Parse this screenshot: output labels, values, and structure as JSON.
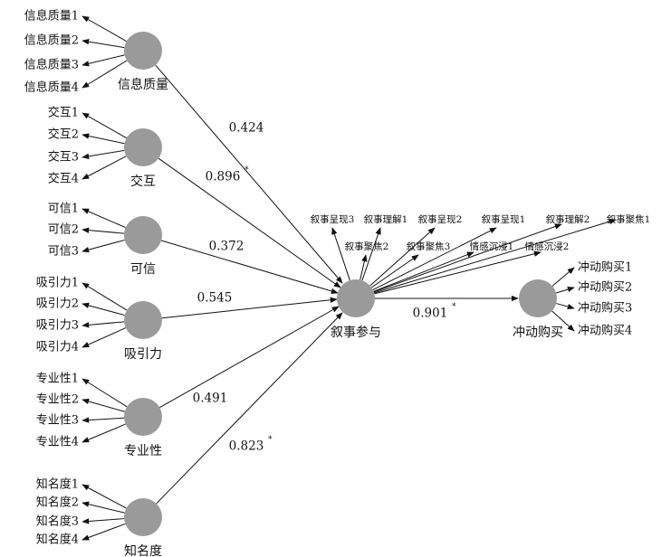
{
  "constructs": [
    {
      "label": "信息质量",
      "indicators": [
        "信息质量1",
        "信息质量2",
        "信息质量3",
        "信息质量4"
      ]
    },
    {
      "label": "交互",
      "indicators": [
        "交互1",
        "交互2",
        "交互3",
        "交互4"
      ]
    },
    {
      "label": "可信",
      "indicators": [
        "可信1",
        "可信2",
        "可信3"
      ]
    },
    {
      "label": "吸引力",
      "indicators": [
        "吸引力1",
        "吸引力2",
        "吸引力3",
        "吸引力4"
      ]
    },
    {
      "label": "专业性",
      "indicators": [
        "专业性1",
        "专业性2",
        "专业性3",
        "专业性4"
      ]
    },
    {
      "label": "知名度",
      "indicators": [
        "知名度1",
        "知名度2",
        "知名度3",
        "知名度4"
      ]
    }
  ],
  "mediator": {
    "label": "叙事参与",
    "indicators": [
      "叙事呈现3",
      "叙事理解1",
      "叙事呈现2",
      "叙事呈现1",
      "叙事理解2",
      "叙事聚焦1",
      "叙事聚焦2",
      "叙事聚焦3",
      "情感沉浸1",
      "情感沉浸2"
    ]
  },
  "outcome": {
    "label": "冲动购买",
    "indicators": [
      "冲动购买1",
      "冲动购买2",
      "冲动购买3",
      "冲动购买4"
    ]
  },
  "paths": [
    {
      "from": "信息质量",
      "to": "叙事参与",
      "coef": "0.424",
      "sig": ""
    },
    {
      "from": "交互",
      "to": "叙事参与",
      "coef": "0.896",
      "sig": "*"
    },
    {
      "from": "可信",
      "to": "叙事参与",
      "coef": "0.372",
      "sig": ""
    },
    {
      "from": "吸引力",
      "to": "叙事参与",
      "coef": "0.545",
      "sig": ""
    },
    {
      "from": "专业性",
      "to": "叙事参与",
      "coef": "0.491",
      "sig": ""
    },
    {
      "from": "知名度",
      "to": "叙事参与",
      "coef": "0.823",
      "sig": "*"
    },
    {
      "from": "叙事参与",
      "to": "冲动购买",
      "coef": "0.901",
      "sig": "*"
    }
  ],
  "colors": {
    "node": "#9a9a9a",
    "line": "#111111"
  }
}
